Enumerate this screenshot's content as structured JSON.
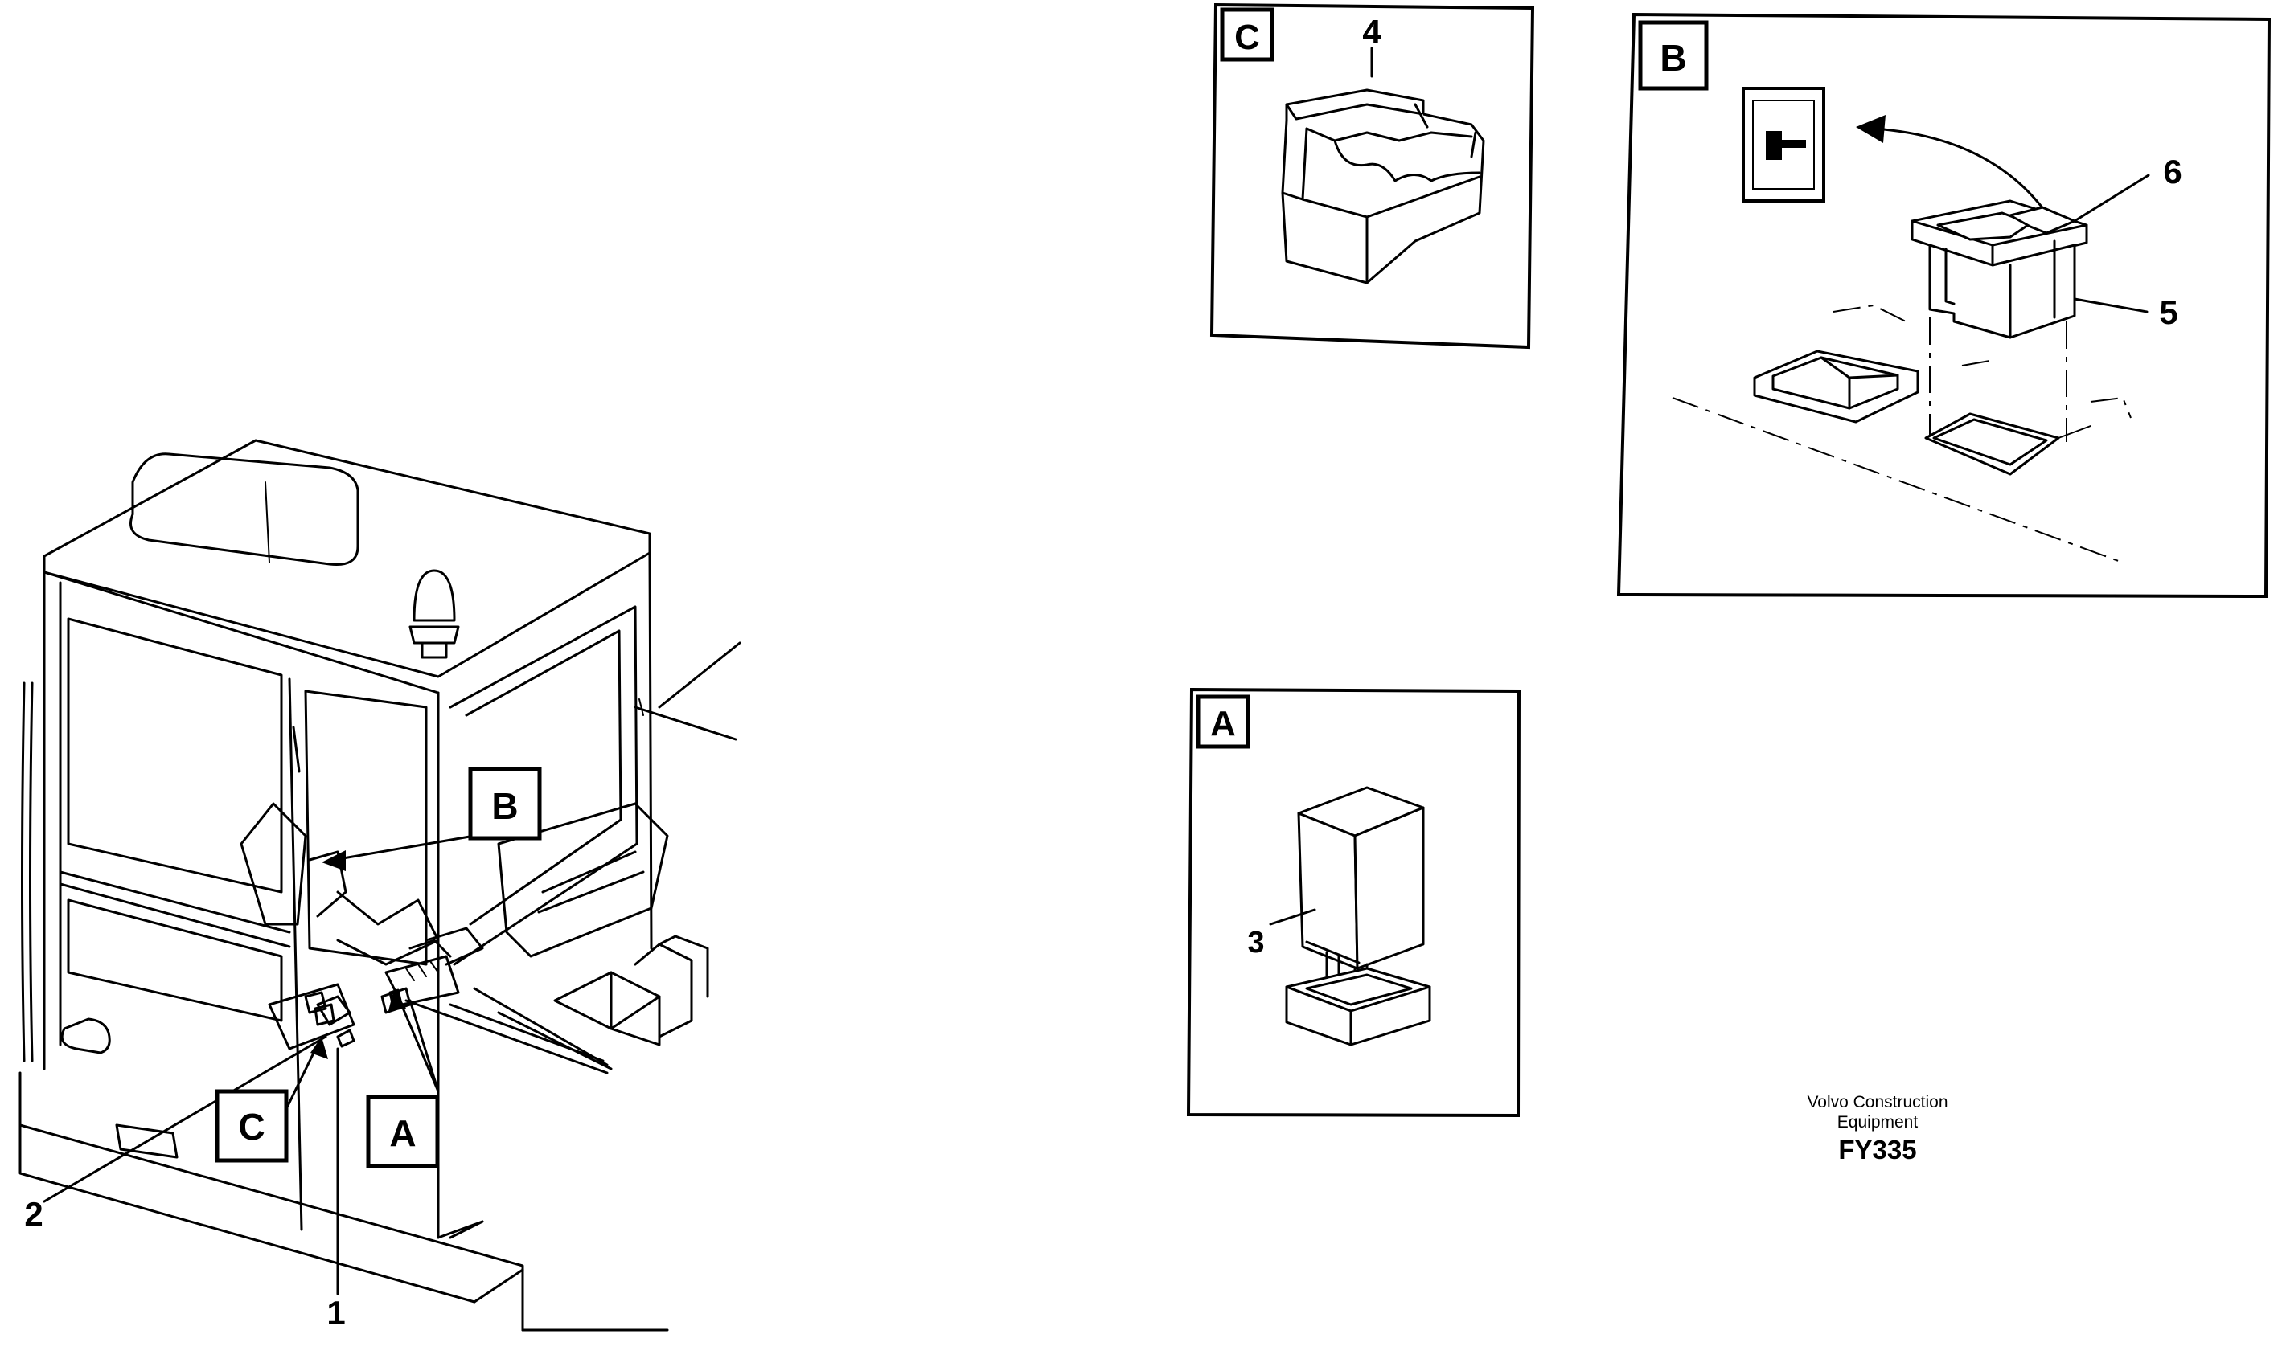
{
  "detail_a": {
    "letter": "A",
    "callout": "3"
  },
  "detail_b": {
    "letter": "B",
    "callouts": [
      "6",
      "5"
    ]
  },
  "detail_c": {
    "letter": "C",
    "callout": "4"
  },
  "overview": {
    "tags": [
      "B",
      "C",
      "A"
    ],
    "callouts": [
      "2",
      "1"
    ]
  },
  "footer": {
    "line1": "Volvo Construction",
    "line2": "Equipment",
    "code": "FY335"
  },
  "icons": [
    "cab-overview-illustration",
    "relay-icon",
    "rocker-switch-icon",
    "relay-holder-icon",
    "hammer-symbol-icon"
  ]
}
